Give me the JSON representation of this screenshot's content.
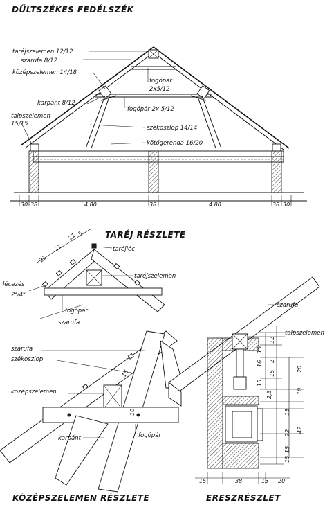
{
  "main_title": "DŰLTSZÉKES FEDÉLSZÉK",
  "main": {
    "labels": {
      "tarejszelemen": "taréjszelemen 12/12",
      "szarufa": "szarufa 8/12",
      "kozepszelemen": "középszelemen 14/18",
      "karpant": "karpánt 8/12",
      "talpszelemen_1": "talpszelemen",
      "talpszelemen_2": "15/15",
      "fogopar_top_1": "fogópár",
      "fogopar_top_2": "2x5/12",
      "fogopar_mid": "fogópár  2x 5/12",
      "szekoszlop": "székoszlop 14/14",
      "kotogerenda": "kötőgerenda 16/20"
    },
    "dims": [
      "30",
      "38",
      "4.80",
      "38",
      "4.80",
      "38",
      "30"
    ]
  },
  "tarej": {
    "title": "TARÉJ RÉSZLETE",
    "labels": {
      "tarejlec": "taréjléc",
      "tarejszelemen": "taréjszelemen",
      "lecezes_1": "lécezés",
      "lecezes_2": "2⁴/4⁸",
      "fogopar": "fogópár",
      "szarufa": "szarufa"
    },
    "dims": [
      "21",
      "21",
      "21",
      "5"
    ]
  },
  "kozep": {
    "title": "KÖZÉPSZELEMEN RÉSZLETE",
    "labels": {
      "szarufa": "szarufa",
      "szekoszlop": "székoszlop",
      "kozepszelemen": "középszelemen",
      "karpant": "karpánt",
      "fogopar": "fogópár"
    },
    "dims": [
      "15",
      "10"
    ]
  },
  "eresz": {
    "title": "ERESZRÉSZLET",
    "labels": {
      "szarufa": "szarufa",
      "talpszelemen": "talpszelemen"
    },
    "dims_v_inner": [
      "15",
      "16",
      "15"
    ],
    "dims_v_mid": [
      "12",
      "2",
      "15"
    ],
    "dims_v_outer": [
      "20",
      "10"
    ],
    "dims_v_lower": [
      "2,3",
      "15",
      "22",
      "15"
    ],
    "dims_v_total": "42",
    "dims_v_bottom": "15",
    "dims_h": [
      "15",
      "38",
      "15",
      "20"
    ]
  }
}
